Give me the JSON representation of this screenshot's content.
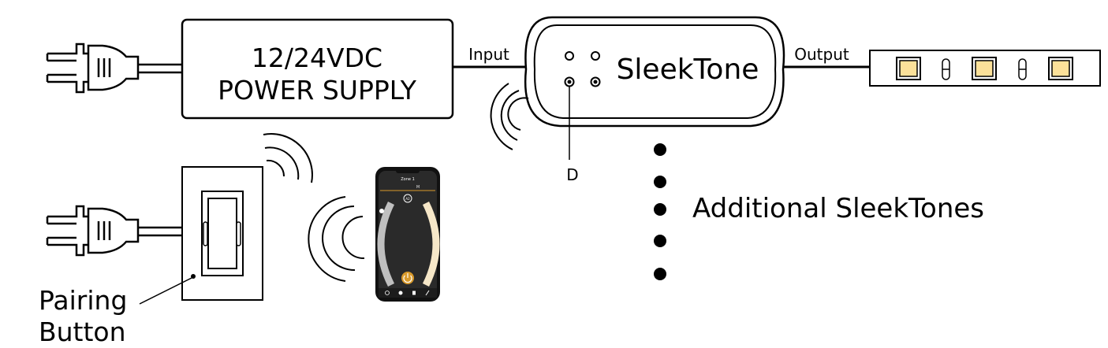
{
  "power_supply": {
    "line1": "12/24VDC",
    "line2": "POWER SUPPLY"
  },
  "wires": {
    "input_label": "Input",
    "output_label": "Output"
  },
  "controller": {
    "name": "SleekTone",
    "indicator_label": "D"
  },
  "additional": {
    "label": "Additional SleekTones"
  },
  "switch": {
    "pairing_label_line1": "Pairing",
    "pairing_label_line2": "Button"
  },
  "phone": {
    "zone_label": "Zone 1",
    "sub_label": "M",
    "badge": "A2",
    "bottom_tabs": [
      "",
      "",
      "",
      ""
    ]
  },
  "colors": {
    "line": "#000000",
    "led_warm": "#FCE19A",
    "phone_body": "#111111",
    "phone_screen": "#2a2a2a",
    "power_button": "#D99A2B",
    "slider_warm": "#F6E7C8"
  },
  "icons": {
    "plug": "plug-icon",
    "wireless": "wireless-signal-icon",
    "phone": "smartphone-icon",
    "led": "led-chip-icon"
  }
}
